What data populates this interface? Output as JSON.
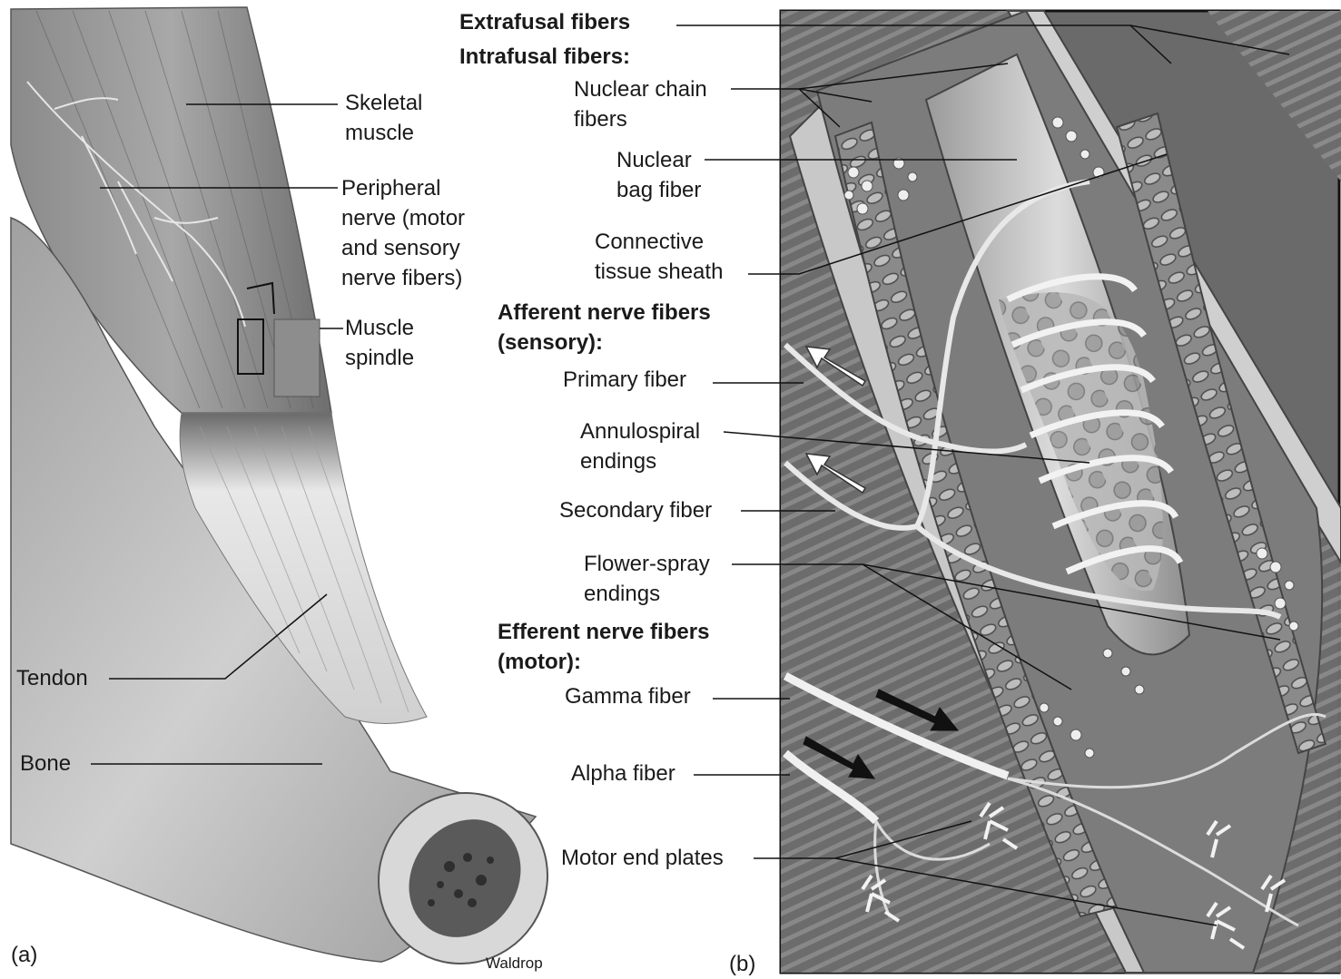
{
  "panel_a": {
    "panel_label": "(a)",
    "labels": {
      "skeletal_muscle": "Skeletal\nmuscle",
      "peripheral_nerve": "Peripheral\nnerve (motor\nand sensory\nnerve fibers)",
      "muscle_spindle": "Muscle\nspindle",
      "tendon": "Tendon",
      "bone": "Bone"
    },
    "signature": "Waldrop"
  },
  "panel_b": {
    "panel_label": "(b)",
    "headings": {
      "extrafusal": "Extrafusal fibers",
      "intrafusal": "Intrafusal fibers:",
      "afferent": "Afferent nerve fibers\n(sensory):",
      "efferent": "Efferent nerve fibers\n(motor):"
    },
    "labels": {
      "nuclear_chain": "Nuclear chain\nfibers",
      "nuclear_bag": "Nuclear\nbag fiber",
      "connective_sheath": "Connective\ntissue sheath",
      "primary_fiber": "Primary fiber",
      "annulospiral": "Annulospiral\nendings",
      "secondary_fiber": "Secondary fiber",
      "flower_spray": "Flower-spray\nendings",
      "gamma_fiber": "Gamma fiber",
      "alpha_fiber": "Alpha fiber",
      "motor_end_plates": "Motor end plates"
    }
  }
}
